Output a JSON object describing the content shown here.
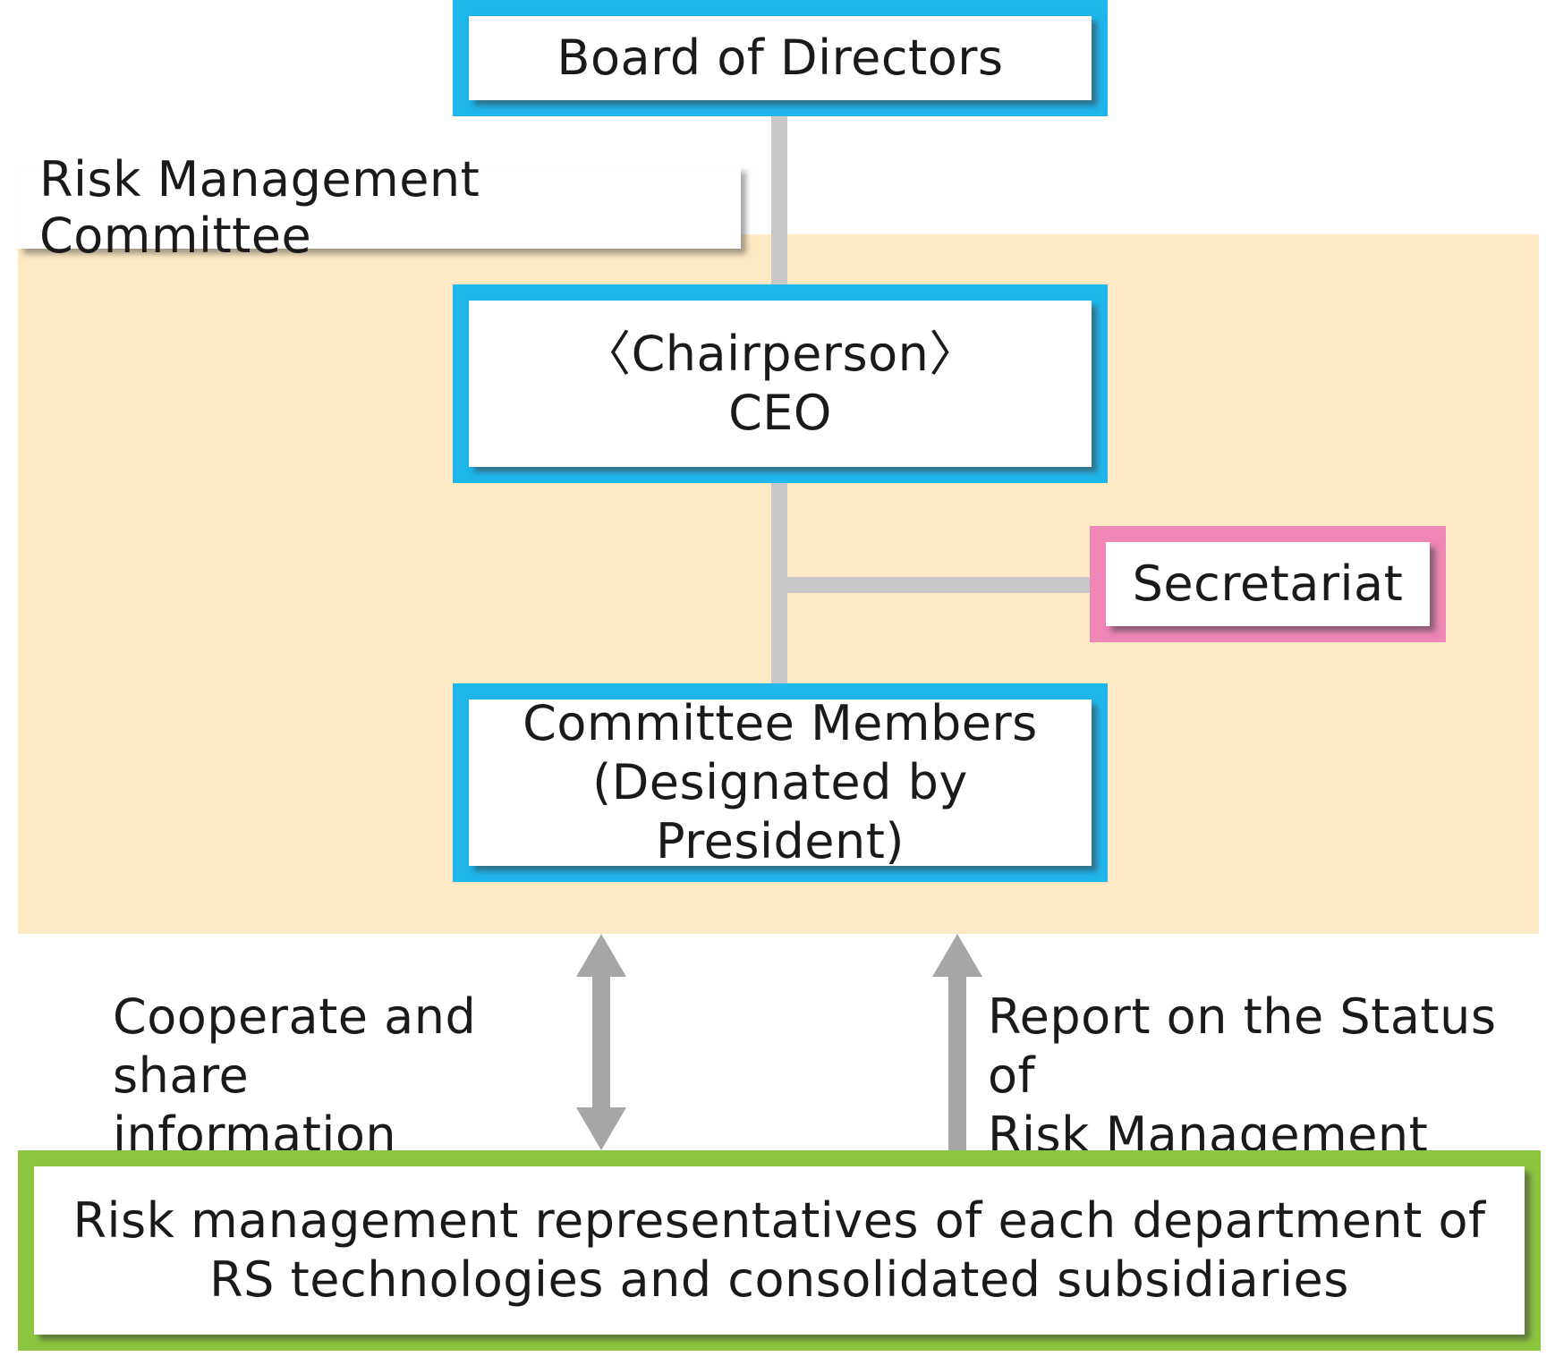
{
  "diagram": {
    "board": {
      "label": "Board of Directors"
    },
    "committee": {
      "label": "Risk Management Committee",
      "chairperson": {
        "line1": "〈Chairperson〉",
        "line2": "CEO"
      },
      "secretariat": {
        "label": "Secretariat"
      },
      "members": {
        "line1": "Committee Members",
        "line2": "(Designated by President)"
      }
    },
    "arrows": {
      "left": {
        "line1": "Cooperate and",
        "line2": "share information",
        "direction": "bidirectional"
      },
      "right": {
        "line1": "Report on the Status of",
        "line2": "Risk Management",
        "direction": "up"
      }
    },
    "representatives": {
      "line1": "Risk management representatives of each department of",
      "line2": "RS technologies and consolidated subsidiaries"
    },
    "colors": {
      "committee_bg": "#fde9c3",
      "blue_frame": "#1fb6ec",
      "pink_frame": "#ee86b6",
      "green_frame": "#8cc63f",
      "connector": "#c8c8c8",
      "arrow": "#a6a6a6"
    }
  }
}
